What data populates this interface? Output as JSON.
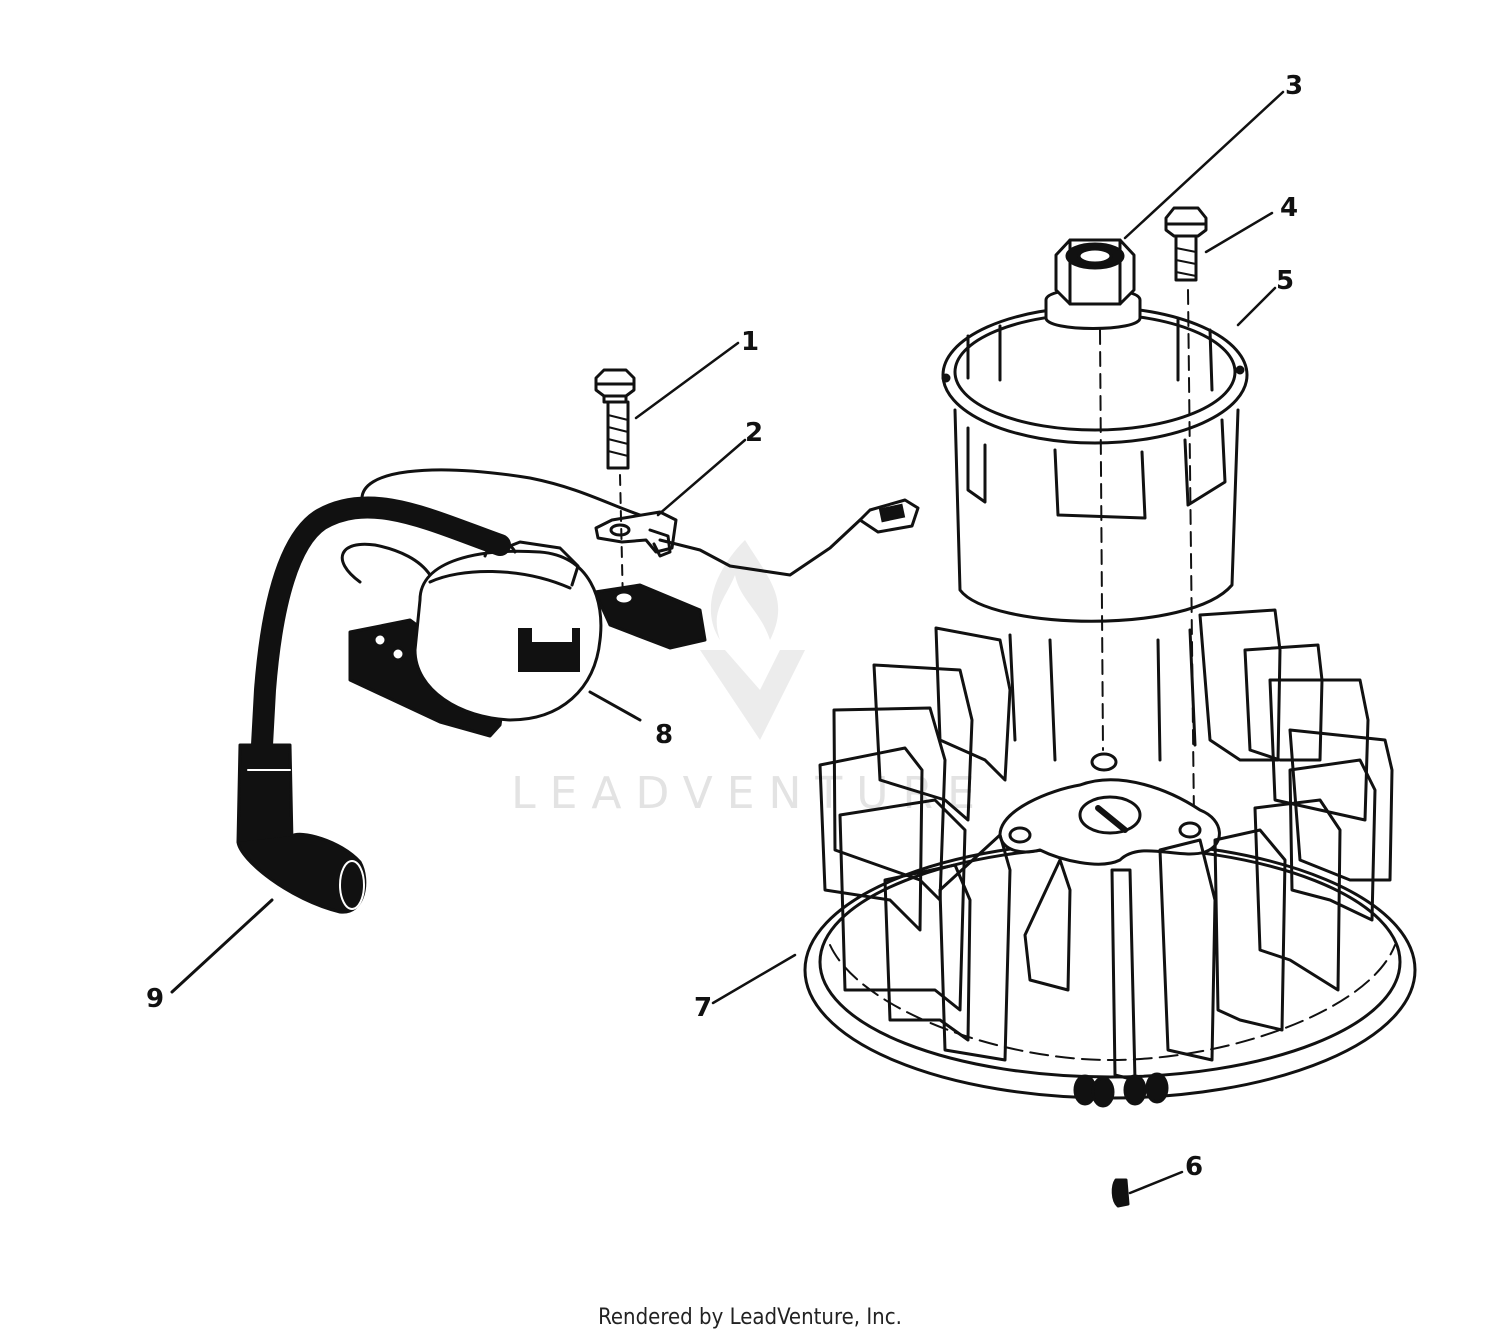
{
  "callouts": [
    {
      "id": "1",
      "label": "1"
    },
    {
      "id": "2",
      "label": "2"
    },
    {
      "id": "3",
      "label": "3"
    },
    {
      "id": "4",
      "label": "4"
    },
    {
      "id": "5",
      "label": "5"
    },
    {
      "id": "6",
      "label": "6"
    },
    {
      "id": "7",
      "label": "7"
    },
    {
      "id": "8",
      "label": "8"
    },
    {
      "id": "9",
      "label": "9"
    }
  ],
  "watermark": {
    "text": "LEADVENTURE",
    "icon": "flame-v-logo-icon"
  },
  "footer": {
    "text": "Rendered by LeadVenture, Inc."
  },
  "colors": {
    "line": "#111111",
    "watermark": "#e3e3e3",
    "background": "#ffffff"
  }
}
